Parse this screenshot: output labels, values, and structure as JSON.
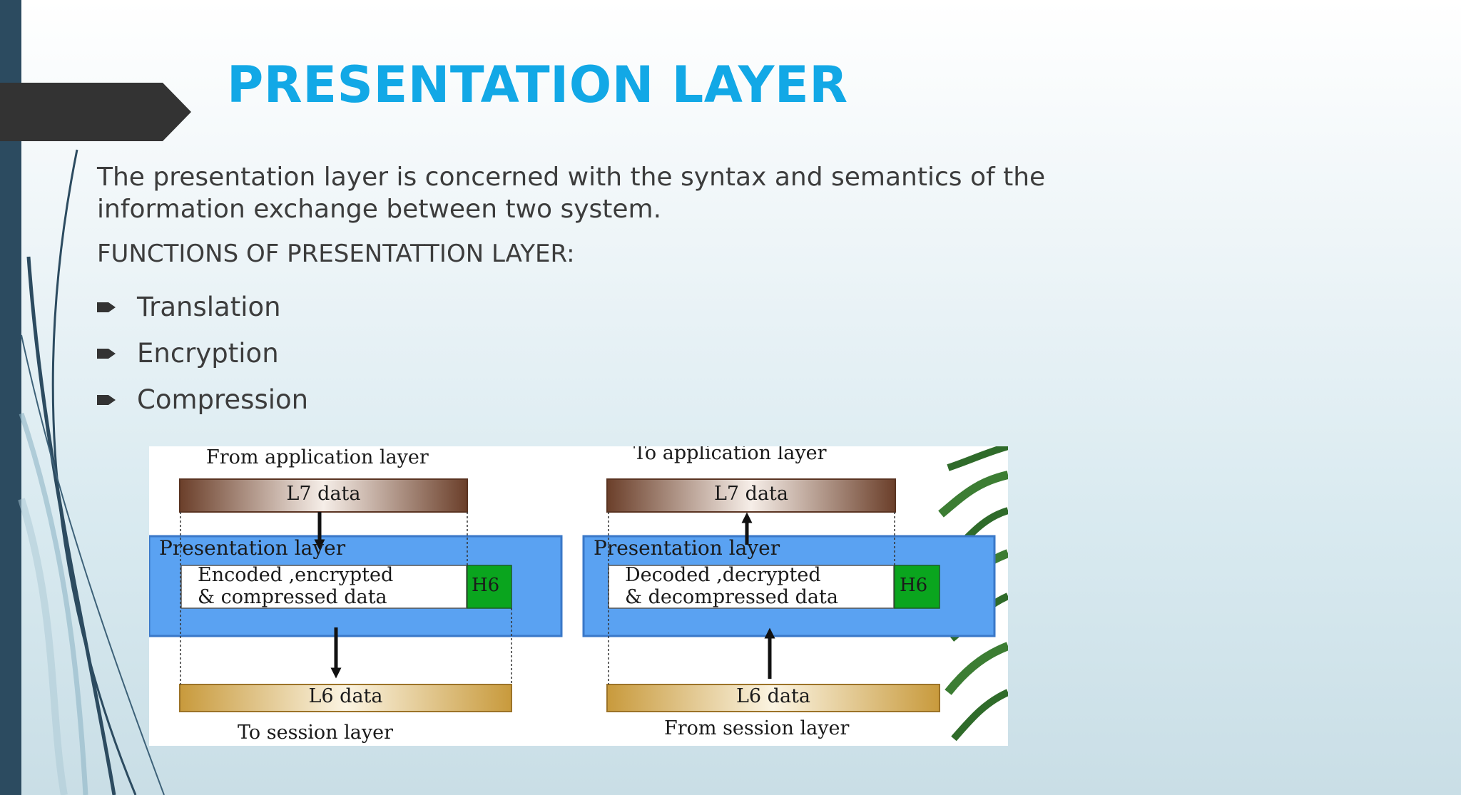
{
  "slide": {
    "title": "PRESENTATION LAYER",
    "intro": "The presentation layer is concerned with the syntax and semantics of the information exchange between two system.",
    "functions_heading": "FUNCTIONS OF PRESENTATTION LAYER:",
    "bullets": [
      "Translation",
      "Encryption",
      "Compression"
    ]
  },
  "figure": {
    "left": {
      "top_caption": "From application layer",
      "top_bar": "L7 data",
      "layer_label": "Presentation layer",
      "box_line1": "Encoded ,encrypted",
      "box_line2": "& compressed data",
      "header": "H6",
      "bottom_bar": "L6 data",
      "bottom_caption": "To session layer"
    },
    "right": {
      "top_caption": "To  application layer",
      "top_bar": "L7 data",
      "layer_label": "Presentation layer",
      "box_line1": "Decoded ,decrypted",
      "box_line2": "& decompressed data",
      "header": "H6",
      "bottom_bar": "L6 data",
      "bottom_caption": "From  session layer"
    }
  },
  "colors": {
    "title": "#12a8e6",
    "body_text": "#3c3c3c",
    "left_bar": "#2c4b60",
    "title_tab": "#333333",
    "layer_blue": "#5aa2f2",
    "header_green": "#0aa51e",
    "l7_brown": "#6b3f2a",
    "l6_gold": "#c89a3c"
  },
  "icons": {
    "bullet": "right-arrow-bullet-icon",
    "decoration": "plant-leaves"
  }
}
